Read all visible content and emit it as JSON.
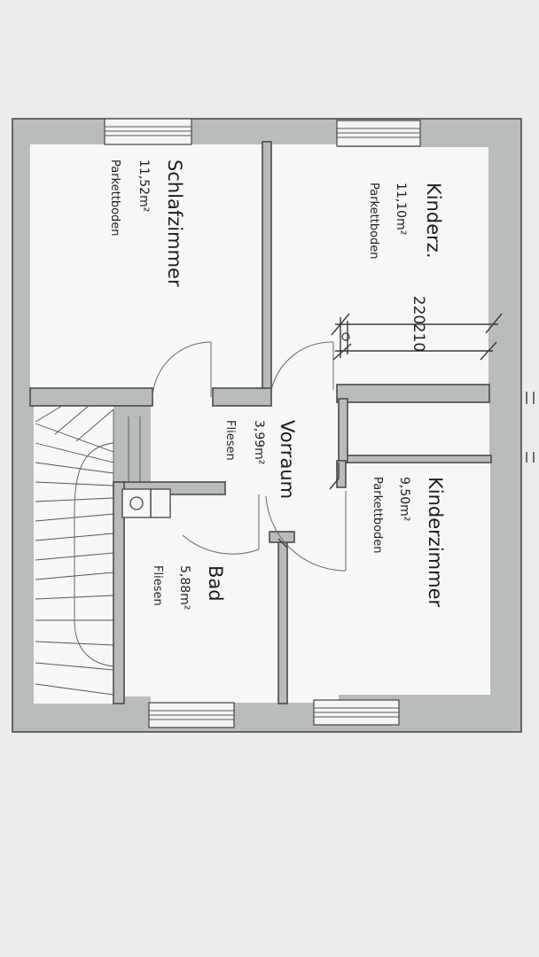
{
  "rooms": {
    "kinderz_small": {
      "name": "Kinderz.",
      "area": "11,10m²",
      "floor": "Parkettboden"
    },
    "schlafzimmer": {
      "name": "Schlafzimmer",
      "area": "11,52m²",
      "floor": "Parkettboden"
    },
    "vorraum": {
      "name": "Vorraum",
      "area": "3,99m²",
      "floor": "Fliesen"
    },
    "kinderzimmer": {
      "name": "Kinderzimmer",
      "area": "9,50m²",
      "floor": "Parkettboden"
    },
    "bad": {
      "name": "Bad",
      "area": "5,88m²",
      "floor": "Fliesen"
    }
  },
  "dimensions": {
    "outer": "220",
    "inner": "210"
  }
}
